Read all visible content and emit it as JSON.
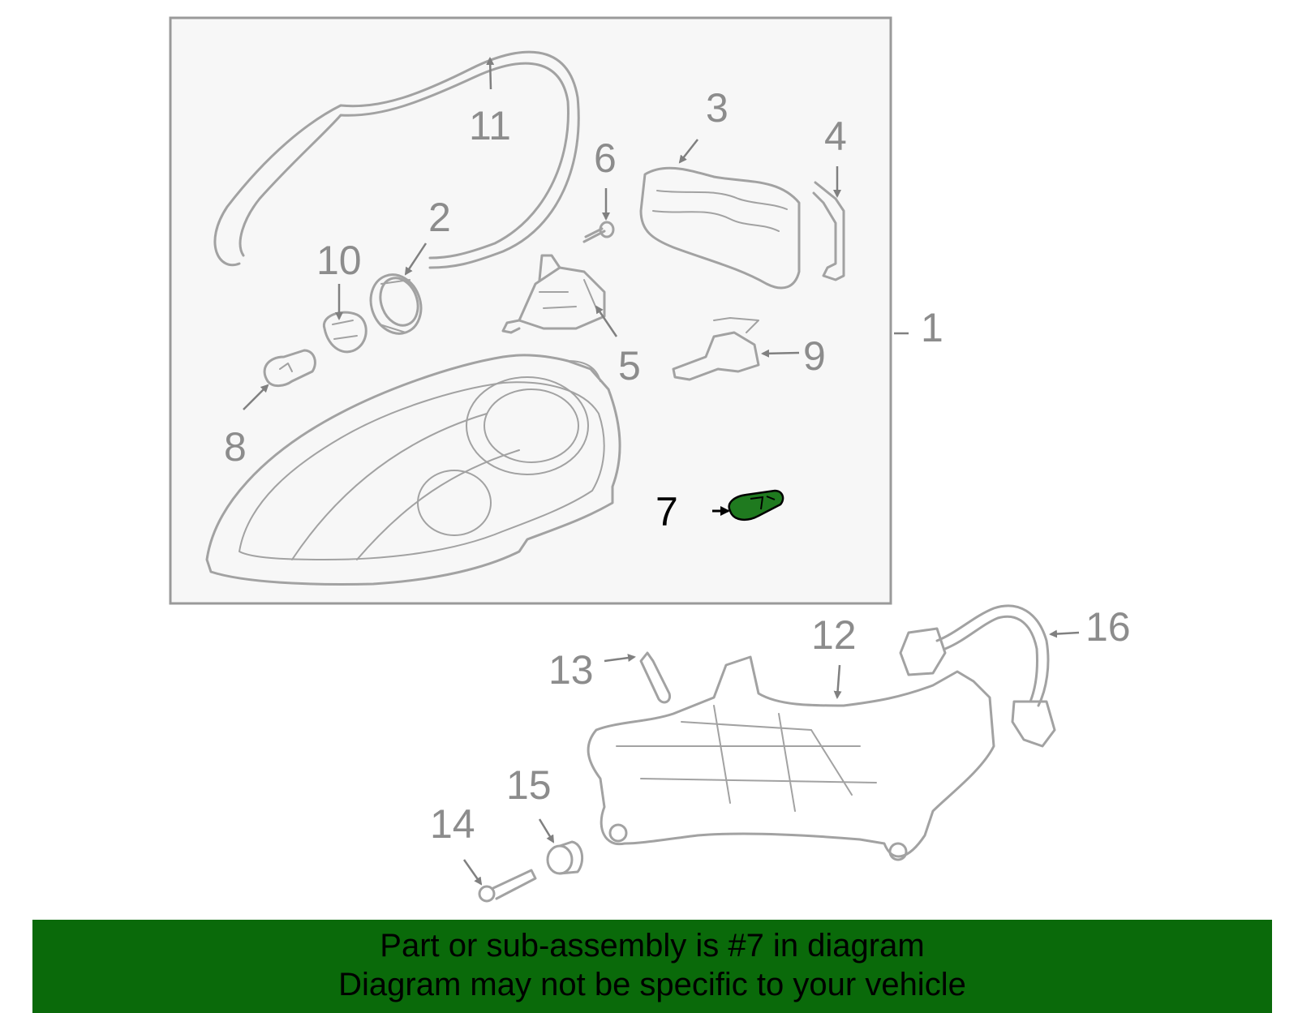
{
  "diagram": {
    "highlight_color": "#1f7a1f",
    "callouts": [
      {
        "id": "1",
        "label": "1",
        "highlighted": false
      },
      {
        "id": "2",
        "label": "2",
        "highlighted": false
      },
      {
        "id": "3",
        "label": "3",
        "highlighted": false
      },
      {
        "id": "4",
        "label": "4",
        "highlighted": false
      },
      {
        "id": "5",
        "label": "5",
        "highlighted": false
      },
      {
        "id": "6",
        "label": "6",
        "highlighted": false
      },
      {
        "id": "7",
        "label": "7",
        "highlighted": true
      },
      {
        "id": "8",
        "label": "8",
        "highlighted": false
      },
      {
        "id": "9",
        "label": "9",
        "highlighted": false
      },
      {
        "id": "10",
        "label": "10",
        "highlighted": false
      },
      {
        "id": "11",
        "label": "11",
        "highlighted": false
      },
      {
        "id": "12",
        "label": "12",
        "highlighted": false
      },
      {
        "id": "13",
        "label": "13",
        "highlighted": false
      },
      {
        "id": "14",
        "label": "14",
        "highlighted": false
      },
      {
        "id": "15",
        "label": "15",
        "highlighted": false
      },
      {
        "id": "16",
        "label": "16",
        "highlighted": false
      }
    ]
  },
  "banner": {
    "line1": "Part or sub-assembly is #7 in diagram",
    "line2": "Diagram may not be specific to your vehicle",
    "background_color": "#0a6a0a"
  }
}
